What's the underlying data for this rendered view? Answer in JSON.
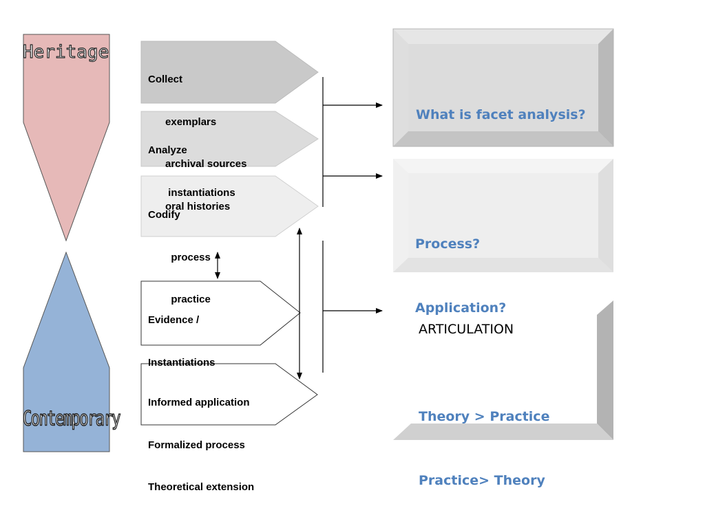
{
  "sidebar": {
    "heritage_label": "Heritage",
    "contemporary_label": "Contemporary",
    "heritage_color": "#e6b9b8",
    "contemporary_color": "#95b3d7"
  },
  "process_steps": [
    {
      "lines": [
        "Collect",
        "      exemplars",
        "      archival sources",
        "      oral histories"
      ],
      "fill": "#c9c9c9"
    },
    {
      "lines": [
        "Analyze",
        "       instantiations"
      ],
      "fill": "#dcdcdc"
    },
    {
      "lines": [
        "Codify",
        "        process",
        "        practice"
      ],
      "fill": "#eeeeee"
    },
    {
      "lines": [
        "Evidence /",
        "Instantiations"
      ],
      "fill": "#ffffff"
    },
    {
      "lines": [
        "Informed application",
        "Formalized process",
        "Theoretical extension"
      ],
      "fill": "#ffffff"
    }
  ],
  "boxes": {
    "facet": {
      "lines": [
        "What is facet analysis?"
      ]
    },
    "process": {
      "lines": [
        "Process?",
        "Application?"
      ]
    },
    "articulation": {
      "heading": "ARTICULATION",
      "lines": [
        "Theory > Practice",
        "Practice> Theory"
      ]
    }
  },
  "colors": {
    "accent_text": "#4f81bd",
    "box_dark": "#cfcfcf",
    "box_light": "#eaeaea"
  }
}
